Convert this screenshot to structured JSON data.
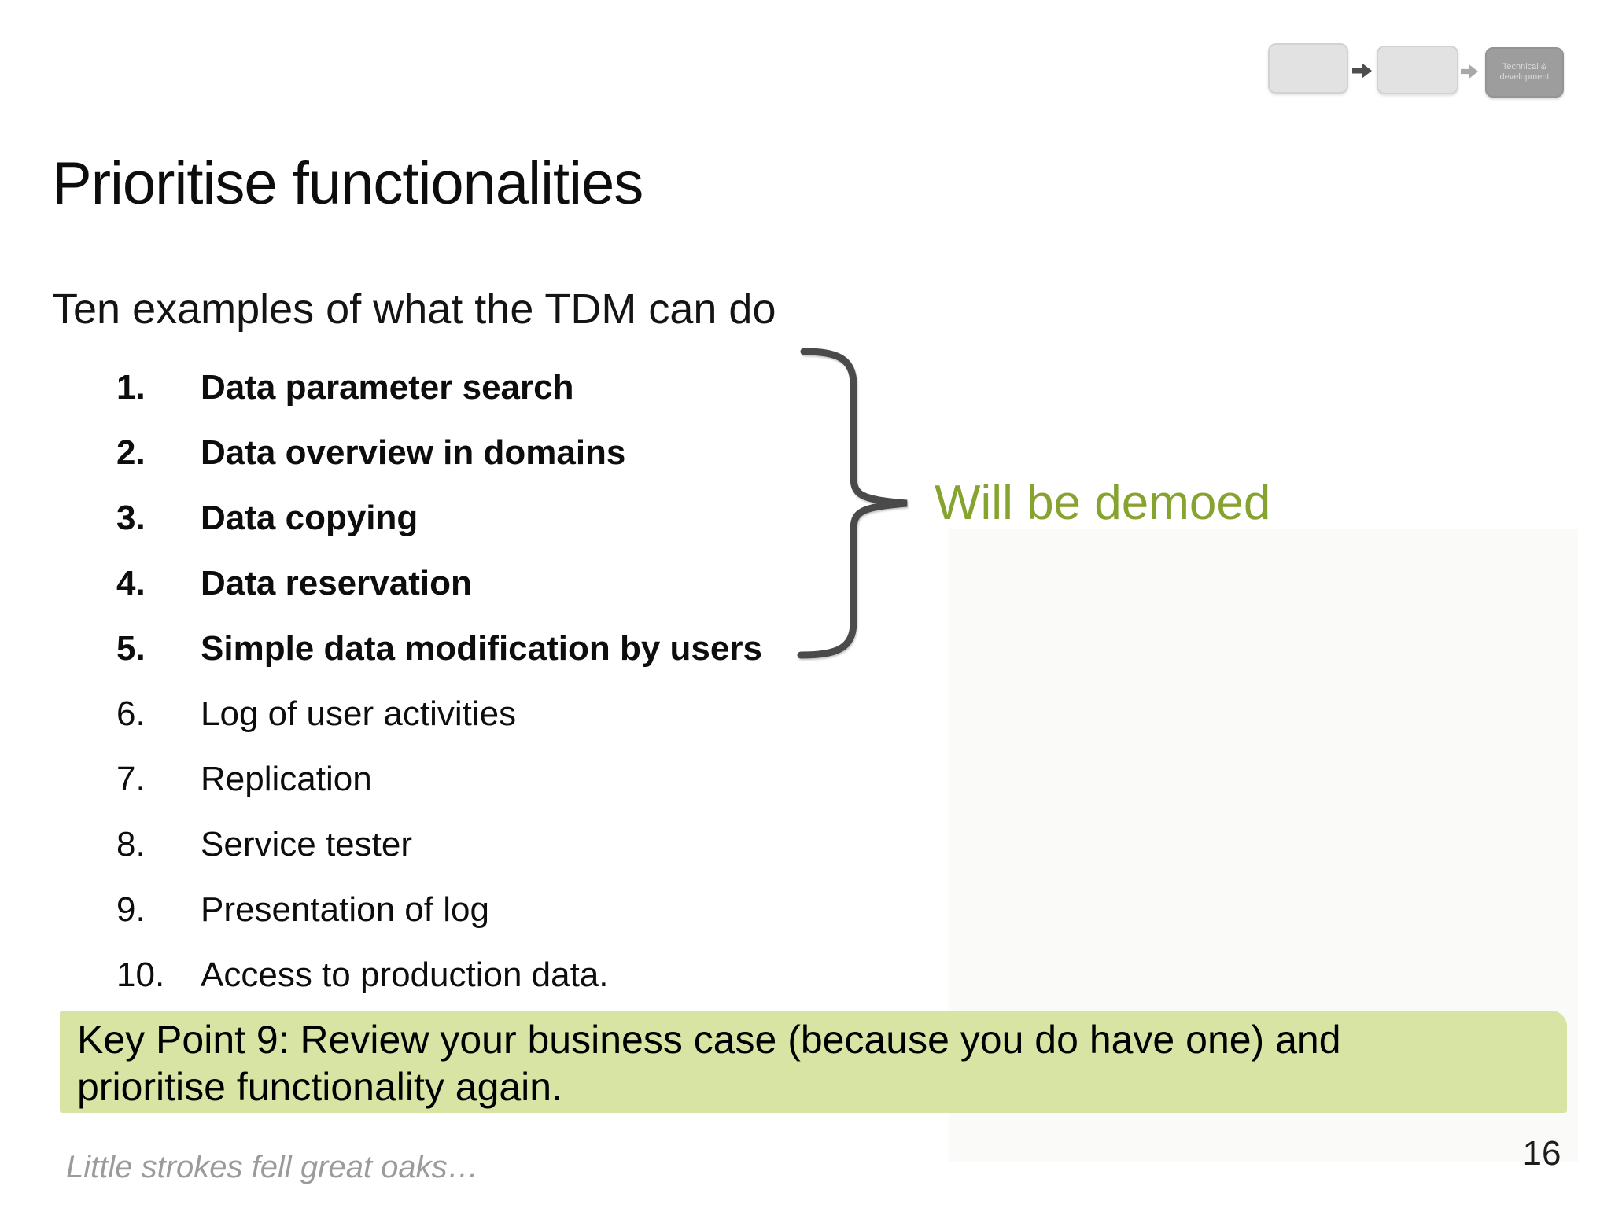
{
  "slide": {
    "title": "Prioritise functionalities",
    "subtitle": "Ten examples of what the TDM can do",
    "list_items": [
      {
        "num": "1.",
        "label": "Data parameter search",
        "bold": true
      },
      {
        "num": "2.",
        "label": "Data overview in domains",
        "bold": true
      },
      {
        "num": "3.",
        "label": "Data copying",
        "bold": true
      },
      {
        "num": "4.",
        "label": "Data reservation",
        "bold": true
      },
      {
        "num": "5.",
        "label": "Simple data modification by users",
        "bold": true
      },
      {
        "num": "6.",
        "label": "Log of user activities",
        "bold": false
      },
      {
        "num": "7.",
        "label": "Replication",
        "bold": false
      },
      {
        "num": "8.",
        "label": "Service tester",
        "bold": false
      },
      {
        "num": "9.",
        "label": "Presentation of log",
        "bold": false
      },
      {
        "num": "10.",
        "label": "Access to production data.",
        "bold": false
      }
    ],
    "annotation": {
      "label": "Will be demoed",
      "color": "#87a32f",
      "brace_color": "#4a4a4a"
    },
    "key_point": {
      "line1": "Key Point 9: Review your business case (because you do have one) and",
      "line2": "prioritise functionality again.",
      "bg_color": "#d8e4a4"
    },
    "footer": {
      "quote": "Little strokes fell great oaks…",
      "page_number": "16"
    },
    "process_diagram": {
      "steps": [
        {
          "label": "",
          "style": "light"
        },
        {
          "label": "",
          "style": "light"
        },
        {
          "label": "Technical & development",
          "style": "dark"
        }
      ]
    }
  }
}
